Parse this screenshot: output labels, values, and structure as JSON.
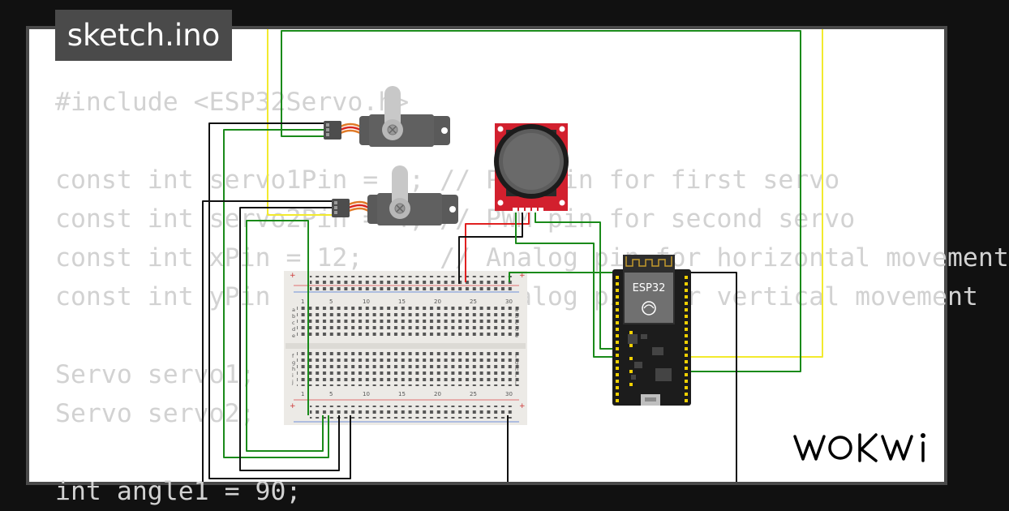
{
  "window": {
    "title": "sketch.ino"
  },
  "editor": {
    "lines": [
      "#include <ESP32Servo.h>",
      "",
      "const int servo1Pin = 2; // PWM pin for first servo",
      "const int servo2Pin = 4; // PWM pin for second servo",
      "const int xPin = 12;     // Analog pin for horizontal movement",
      "const int yPin = 14;     // Analog pin for vertical movement",
      "",
      "Servo servo1;",
      "Servo servo2;",
      "",
      "int angle1 = 90;"
    ]
  },
  "board": {
    "label": "ESP32"
  },
  "breadboard": {
    "column_numbers": [
      "1",
      "5",
      "10",
      "15",
      "20",
      "25",
      "30"
    ],
    "row_letters_top": [
      "a",
      "b",
      "c",
      "d",
      "e"
    ],
    "row_letters_bottom": [
      "f",
      "g",
      "h",
      "i",
      "j"
    ]
  },
  "brand": {
    "logo_text": "WOKWI"
  },
  "colors": {
    "background": "#111111",
    "frame": "#4a4a4a",
    "canvas": "#ffffff",
    "code_text": "#d2d2d2",
    "wire_green": "#1a8a1a",
    "wire_yellow": "#f2ea2e",
    "wire_black": "#111111",
    "wire_red": "#e02020",
    "joystick_board": "#d2202e",
    "esp32_board": "#1c1c1c"
  }
}
